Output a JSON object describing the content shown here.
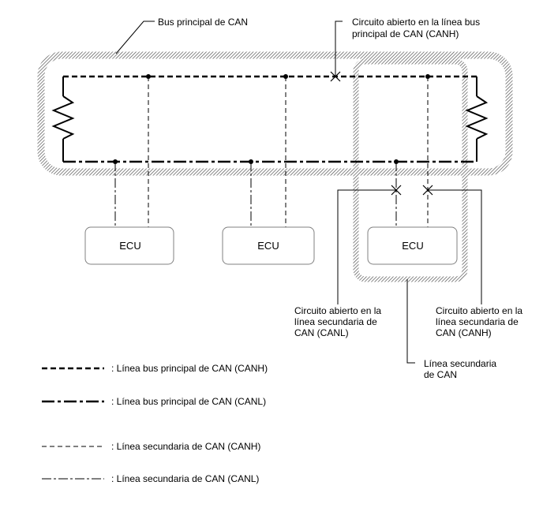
{
  "labels": {
    "main_bus": "Bus principal de CAN",
    "open_main_canh_line1": "Circuito abierto en la línea bus",
    "open_main_canh_line2": "principal de CAN (CANH)",
    "open_sub_canl_line1": "Circuito abierto en la",
    "open_sub_canl_line2": "línea secundaria de",
    "open_sub_canl_line3": "CAN (CANL)",
    "open_sub_canh_line1": "Circuito abierto en la",
    "open_sub_canh_line2": "línea secundaria de",
    "open_sub_canh_line3": "CAN (CANH)",
    "sub_line_line1": "Línea secundaria",
    "sub_line_line2": "de CAN"
  },
  "ecus": [
    {
      "label": "ECU"
    },
    {
      "label": "ECU"
    },
    {
      "label": "ECU"
    }
  ],
  "legend": [
    {
      "style": "main-canh",
      "text": ": Línea bus principal de CAN (CANH)"
    },
    {
      "style": "main-canl",
      "text": ": Línea bus principal de CAN (CANL)"
    },
    {
      "style": "sub-canh",
      "text": ": Línea secundaria de CAN (CANH)"
    },
    {
      "style": "sub-canl",
      "text": ": Línea secundaria de CAN (CANL)"
    }
  ],
  "colors": {
    "line": "#000000",
    "hatch": "#555555",
    "ecu_border": "#808080"
  }
}
